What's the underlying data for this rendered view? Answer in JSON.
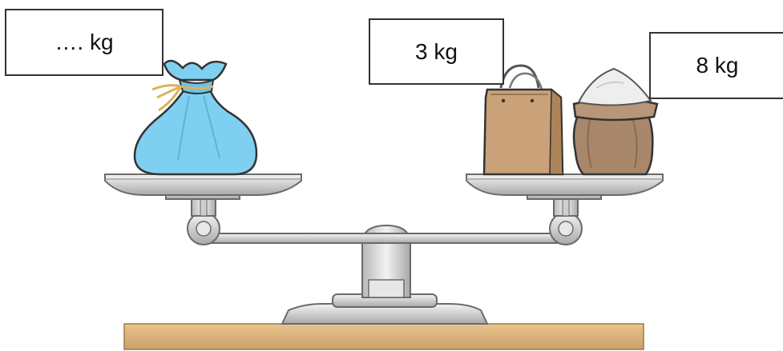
{
  "labels": {
    "left_pan": "…. kg",
    "paper_bag": "3 kg",
    "sack": "8 kg"
  },
  "colors": {
    "blue_bag": "#7fd0f0",
    "paper_bag": "#c9a27a",
    "sack": "#a8876b",
    "metal": "#d4d4d4",
    "wood": "#dcb57e"
  }
}
